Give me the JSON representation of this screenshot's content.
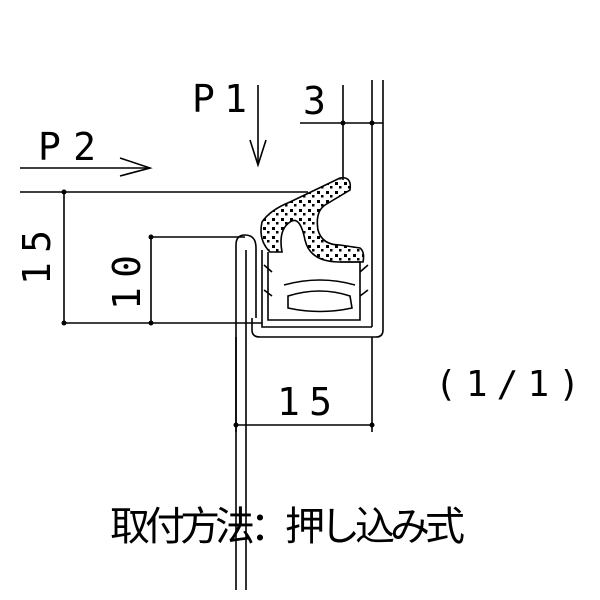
{
  "drawing": {
    "load_labels": {
      "p1": "P 1",
      "p2": "P 2"
    },
    "dimensions": {
      "top_gap": "3",
      "left_height": "15",
      "panel_height": "10",
      "bottom_width": "15"
    },
    "scale": "(1/1)",
    "method": "取付方法：押し込み式"
  },
  "colors": {
    "line": "#000000",
    "background": "#ffffff"
  }
}
